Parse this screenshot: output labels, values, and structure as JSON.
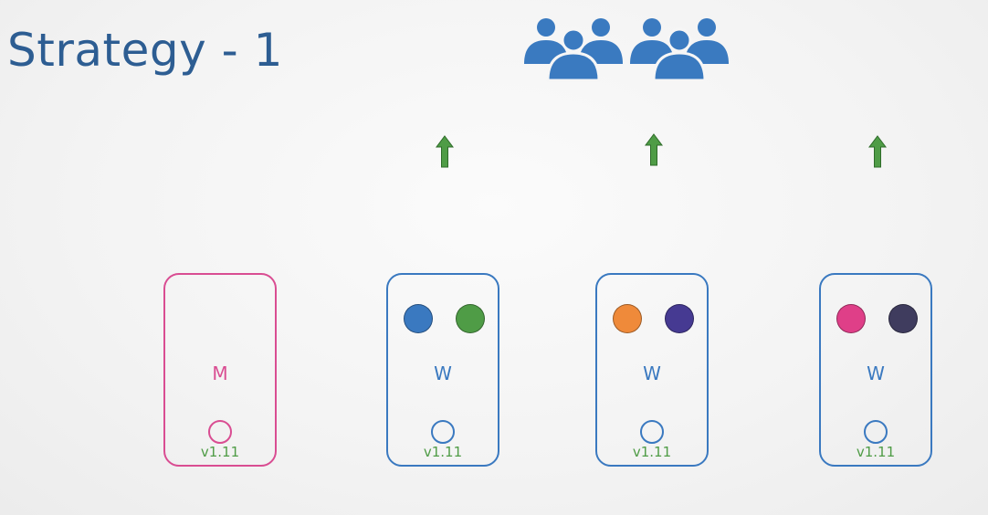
{
  "title": "Strategy - 1",
  "colors": {
    "title": "#2d5d92",
    "worker_border": "#3a79c0",
    "master_border": "#d94d92",
    "version_text": "#4f9c46",
    "arrow": "#4f9c46",
    "users": "#3a7ac0"
  },
  "users_icon": "users-group-icon",
  "arrow_icon": "arrow-up-icon",
  "nodes": [
    {
      "role": "M",
      "version": "v1.11",
      "pods": []
    },
    {
      "role": "W",
      "version": "v1.11",
      "pods": [
        {
          "color": "#3a79c0"
        },
        {
          "color": "#4f9c46"
        }
      ]
    },
    {
      "role": "W",
      "version": "v1.11",
      "pods": [
        {
          "color": "#ef8a3a"
        },
        {
          "color": "#463a92"
        }
      ]
    },
    {
      "role": "W",
      "version": "v1.11",
      "pods": [
        {
          "color": "#df3f88"
        },
        {
          "color": "#3f3c5e"
        }
      ]
    }
  ]
}
